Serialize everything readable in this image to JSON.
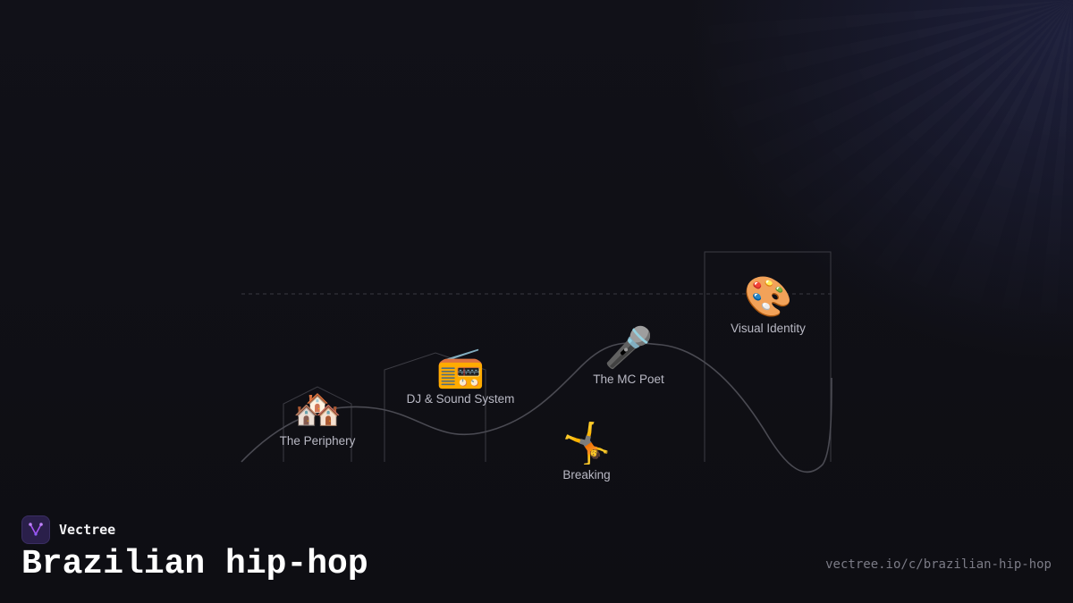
{
  "brand": {
    "name": "Vectree",
    "logo_icon": "vectree-logo-icon",
    "logo_color": "#a855f7"
  },
  "title": "Brazilian hip-hop",
  "url": "vectree.io/c/brazilian-hip-hop",
  "nodes": [
    {
      "emoji": "🏘️",
      "icon": "houses-icon",
      "label": "The Periphery"
    },
    {
      "emoji": "📻",
      "icon": "radio-icon",
      "label": "DJ & Sound System"
    },
    {
      "emoji": "🤸",
      "icon": "cartwheel-icon",
      "label": "Breaking"
    },
    {
      "emoji": "🎤",
      "icon": "microphone-icon",
      "label": "The MC Poet"
    },
    {
      "emoji": "🎨",
      "icon": "palette-icon",
      "label": "Visual Identity"
    }
  ],
  "colors": {
    "background": "#0f0f14",
    "line": "#4a4a52",
    "label": "#b9b9c4"
  }
}
